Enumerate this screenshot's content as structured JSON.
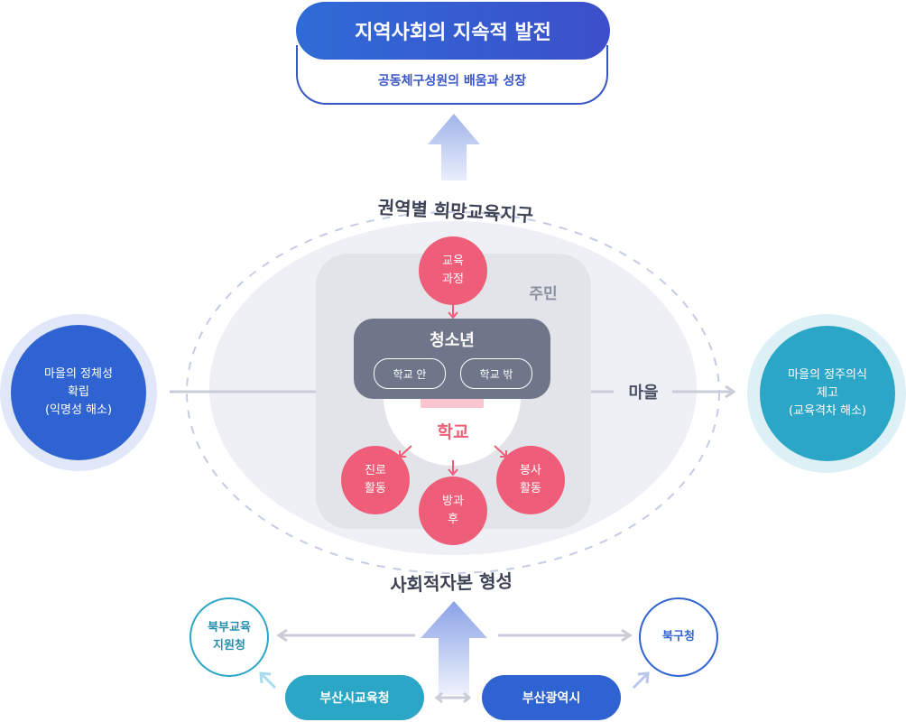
{
  "top": {
    "title": "지역사회의 지속적 발전",
    "subtitle": "공동체구성원의 배움과 성장"
  },
  "ring": {
    "top_label": "권역별 희망교육지구",
    "bottom_label": "사회적자본 형성"
  },
  "core": {
    "residents_label": "주민",
    "youth_label": "청소년",
    "in_school": "학교 안",
    "out_school": "학교 밖",
    "school_label": "학교",
    "village_label": "마을",
    "curriculum": [
      "교육",
      "과정"
    ],
    "career": [
      "진로",
      "활동"
    ],
    "afterschool": [
      "방과",
      "후"
    ],
    "volunteer": [
      "봉사",
      "활동"
    ]
  },
  "left_circle": [
    "마을의 정체성",
    "확립",
    "(익명성 해소)"
  ],
  "right_circle": [
    "마을의 정주의식",
    "제고",
    "(교육격차 해소)"
  ],
  "orgs": {
    "north_office": [
      "북부교육",
      "지원청"
    ],
    "bukgu": "북구청",
    "busan_edu": "부산시교육청",
    "busan_city": "부산광역시"
  },
  "colors": {
    "blue": "#2f63d2",
    "teal": "#2ba6c6",
    "pink": "#ef5e78",
    "gray_panel": "#6f7689"
  }
}
